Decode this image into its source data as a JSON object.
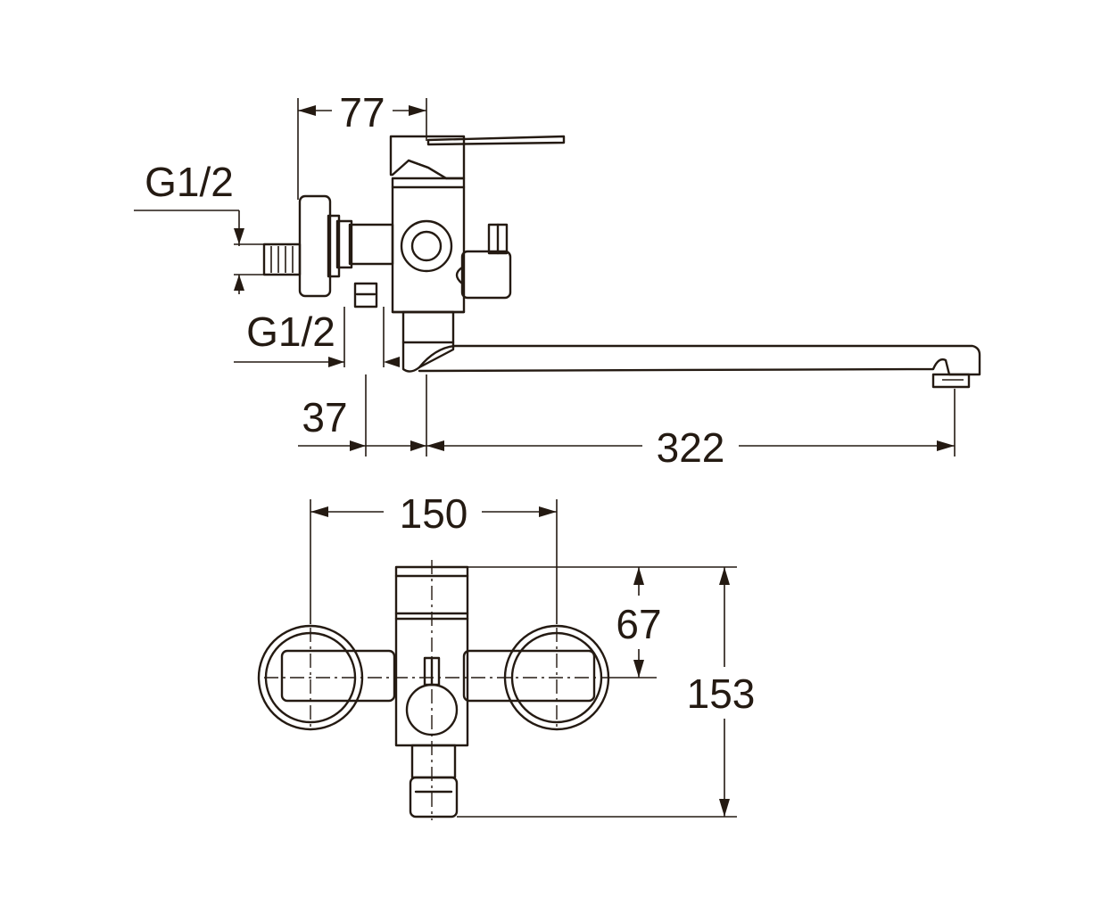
{
  "drawing": {
    "side_view": {
      "dimensions": {
        "body_depth": "77",
        "inlet_thread_top": "G1/2",
        "inlet_thread_bottom": "G1/2",
        "inlet_offset": "37",
        "spout_reach": "322"
      }
    },
    "front_view": {
      "dimensions": {
        "inlet_spacing": "150",
        "handle_height": "67",
        "total_height": "153"
      }
    },
    "line_color": "#241a12"
  }
}
